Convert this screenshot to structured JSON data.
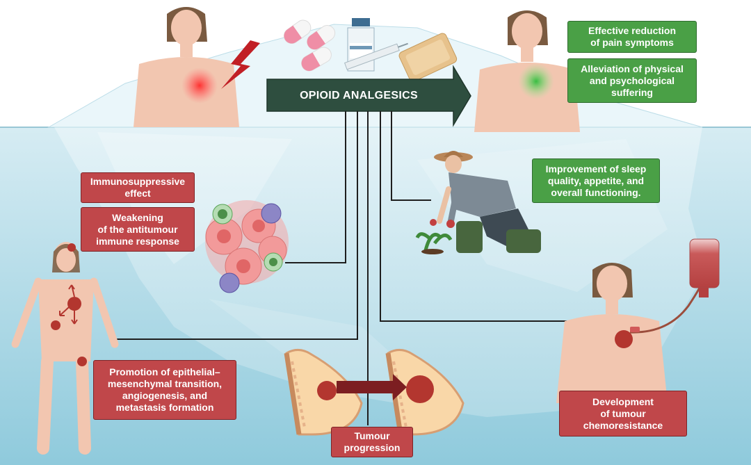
{
  "title_arrow": "OPIOID ANALGESICS",
  "colors": {
    "red": "#c0474a",
    "green": "#4aa046",
    "arrow": "#2e4e3f",
    "water": "#aad8e6",
    "iceberg": "#c9e6f0"
  },
  "labels": {
    "pain_reduction": "Effective reduction\nof pain symptoms",
    "alleviation": "Alleviation of physical\nand psychological\nsuffering",
    "sleep": "Improvement of sleep\nquality, appetite, and\noverall functioning.",
    "immunosuppressive": "Immunosuppressive\neffect",
    "weakening": "Weakening\nof the antitumour\nimmune response",
    "emt": "Promotion of epithelial–\nmesenchymal transition,\nangiogenesis, and\nmetastasis formation",
    "tumour_progression": "Tumour\nprogression",
    "chemoresistance": "Development\nof tumour\nchemoresistance"
  }
}
